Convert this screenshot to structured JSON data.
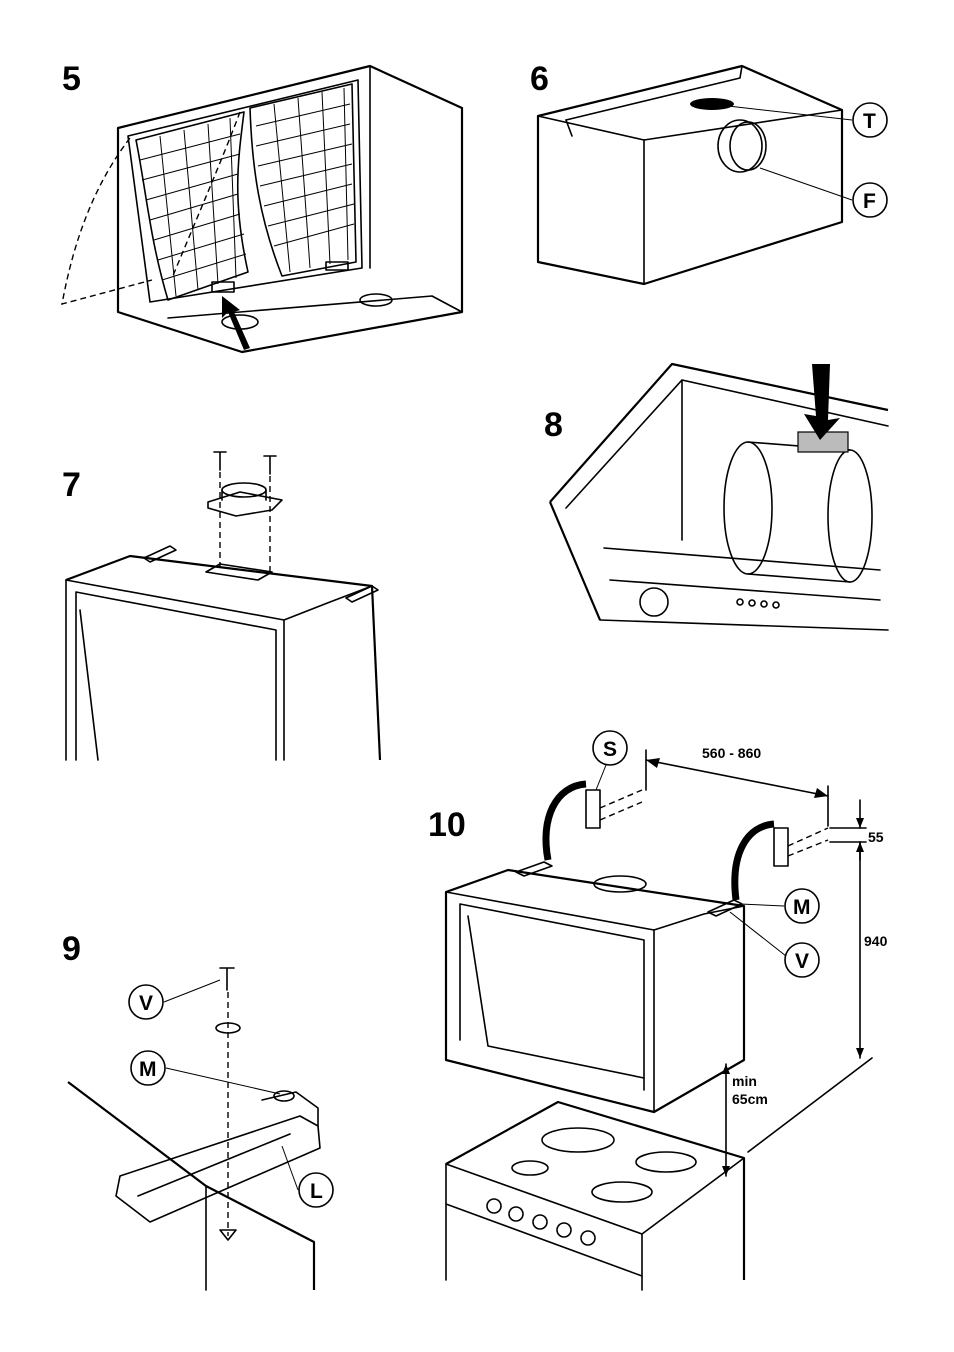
{
  "figures": {
    "fig5": {
      "number": "5"
    },
    "fig6": {
      "number": "6",
      "labels": {
        "top_outlet": "T",
        "front_outlet": "F"
      }
    },
    "fig7": {
      "number": "7"
    },
    "fig8": {
      "number": "8"
    },
    "fig9": {
      "number": "9",
      "labels": {
        "screw": "V",
        "bracket_screw": "M",
        "bracket": "L"
      }
    },
    "fig10": {
      "number": "10",
      "labels": {
        "plug": "S",
        "bracket_screw": "M",
        "screw": "V"
      },
      "dimensions": {
        "hole_spacing": "560 - 860",
        "hole_offset": "55",
        "height": "940",
        "min_gap_line1": "min",
        "min_gap_line2": "65cm"
      }
    }
  }
}
